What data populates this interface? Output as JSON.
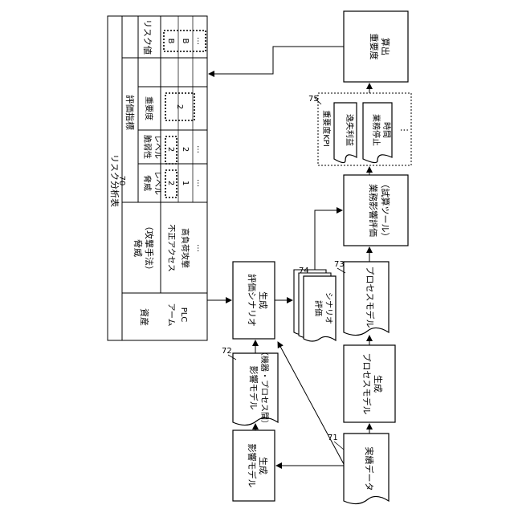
{
  "table": {
    "title": "リスク分析表",
    "ref": "70",
    "col_asset": "資産",
    "col_threat": "脅威",
    "col_threat_sub": "（攻撃手法）",
    "col_eval": "評価指標",
    "col_threat_level_1": "脅威",
    "col_threat_level_2": "レベル",
    "col_vuln_level_1": "脆弱性",
    "col_vuln_level_2": "レベル",
    "col_importance": "重要度",
    "col_risk": "リスク値",
    "rows": [
      {
        "asset": "アーム",
        "threat": "不正アクセス",
        "threat_level": "2",
        "vuln_level": "2",
        "importance": "2",
        "risk": "B"
      },
      {
        "asset": "PLC",
        "threat": "高負荷攻撃",
        "threat_level": "1",
        "vuln_level": "2",
        "importance": "",
        "risk": "B"
      },
      {
        "asset": "",
        "threat": "…",
        "threat_level": "…",
        "vuln_level": "…",
        "importance": "",
        "risk": "…"
      }
    ]
  },
  "nodes": {
    "importance_calc_1": "重要度",
    "importance_calc_2": "算出",
    "kpi_title": "重要度KPI",
    "kpi_ref": "75",
    "kpi_item1": "逸失利益",
    "kpi_item2_1": "業務停止",
    "kpi_item2_2": "時間",
    "kpi_more": "⋮",
    "business_eval_1": "業務影響評価",
    "business_eval_2": "（試算ツール）",
    "process_model_doc": "プロセスモデル",
    "process_model_ref": "73",
    "process_model_gen_1": "プロセスモデル",
    "process_model_gen_2": "生成",
    "actual_data": "実績データ",
    "actual_data_ref": "71",
    "impact_gen_1": "影響モデル",
    "impact_gen_2": "生成",
    "impact_model_1": "影響モデル",
    "impact_model_2": "（機器・プロセス間）",
    "impact_model_ref": "72",
    "scenario_gen_1": "評価シナリオ",
    "scenario_gen_2": "生成",
    "scenario_doc_1": "評価",
    "scenario_doc_2": "シナリオ",
    "scenario_ref": "74"
  }
}
